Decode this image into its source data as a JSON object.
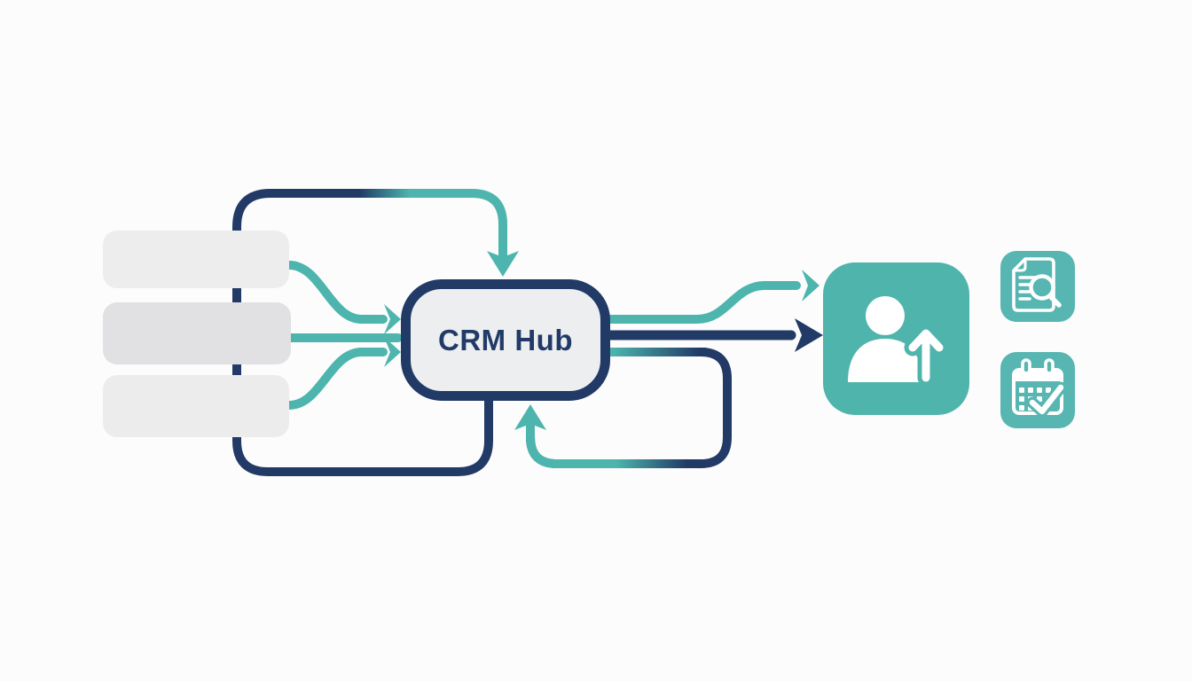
{
  "hub": {
    "label": "CRM Hub"
  },
  "nodes": {
    "inputs": [
      {
        "id": "input-source-1",
        "label": ""
      },
      {
        "id": "input-source-2",
        "label": ""
      },
      {
        "id": "input-source-3",
        "label": ""
      }
    ],
    "outputs": [
      {
        "id": "contact-upload-card",
        "icon": "person-upload-icon"
      },
      {
        "id": "document-search-card",
        "icon": "document-search-icon"
      },
      {
        "id": "calendar-check-card",
        "icon": "calendar-check-icon"
      }
    ]
  },
  "edges": [
    {
      "from": "input-source-1",
      "to": "crm-hub",
      "color": "teal"
    },
    {
      "from": "input-source-2",
      "to": "crm-hub",
      "color": "teal"
    },
    {
      "from": "input-source-3",
      "to": "crm-hub",
      "color": "teal"
    },
    {
      "from": "crm-hub",
      "to": "crm-hub",
      "color": "navy-to-teal",
      "shape": "left-circulation-loop"
    },
    {
      "from": "crm-hub",
      "to": "crm-hub",
      "color": "teal-to-navy",
      "shape": "right-return-loop"
    },
    {
      "from": "crm-hub",
      "to": "contact-upload-card",
      "color": "teal"
    },
    {
      "from": "crm-hub",
      "to": "contact-upload-card",
      "color": "navy"
    }
  ],
  "colors": {
    "teal": "#4DB5AD",
    "navy": "#213A66",
    "hub_fill": "#ECEEF0",
    "hub_text": "#223A68",
    "box1_fill": "#EDEDEE",
    "box2_fill": "#E1E1E3",
    "box3_fill": "#ECECED",
    "card_teal": "#4FB4AC",
    "icon_teal": "#57B6B1",
    "background": "#FCFCFC",
    "glyph_white": "#FFFFFF"
  }
}
